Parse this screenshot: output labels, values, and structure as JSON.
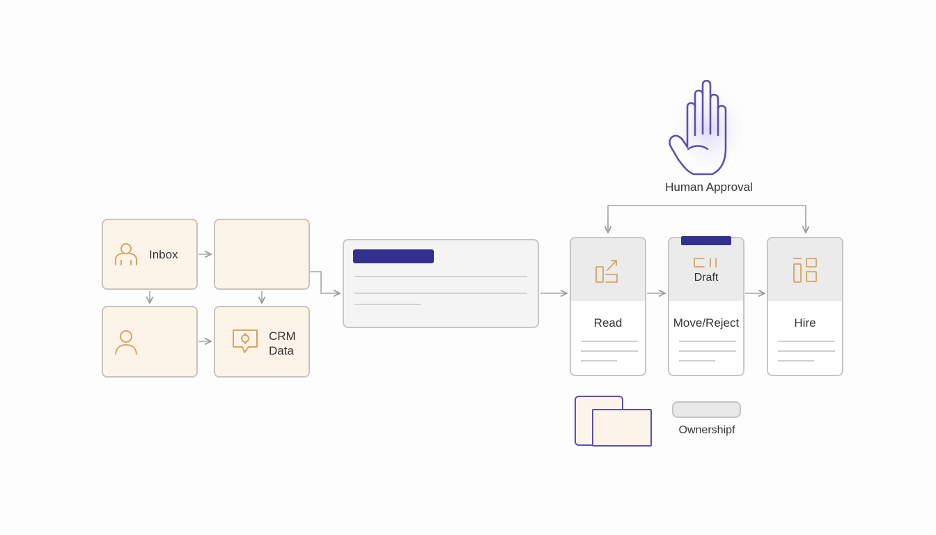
{
  "diagram": {
    "sources": {
      "inbox_label": "Inbox",
      "crm_label_line1": "CRM",
      "crm_label_line2": "Data"
    },
    "stages": {
      "read_label": "Read",
      "move_reject_label": "Move/Reject",
      "draft_label": "Draft",
      "hire_label": "Hire"
    },
    "approval": {
      "label": "Human Approval",
      "icon": "raised-hand-icon"
    },
    "ownership": {
      "label": "Ownershipf"
    },
    "colors": {
      "accent": "#33308e",
      "hand": "#5a4fb0",
      "source_fill": "#fcf4e8",
      "source_icon": "#d9a35f",
      "card_header": "#ebebec",
      "connector": "#9a9a9a"
    }
  }
}
